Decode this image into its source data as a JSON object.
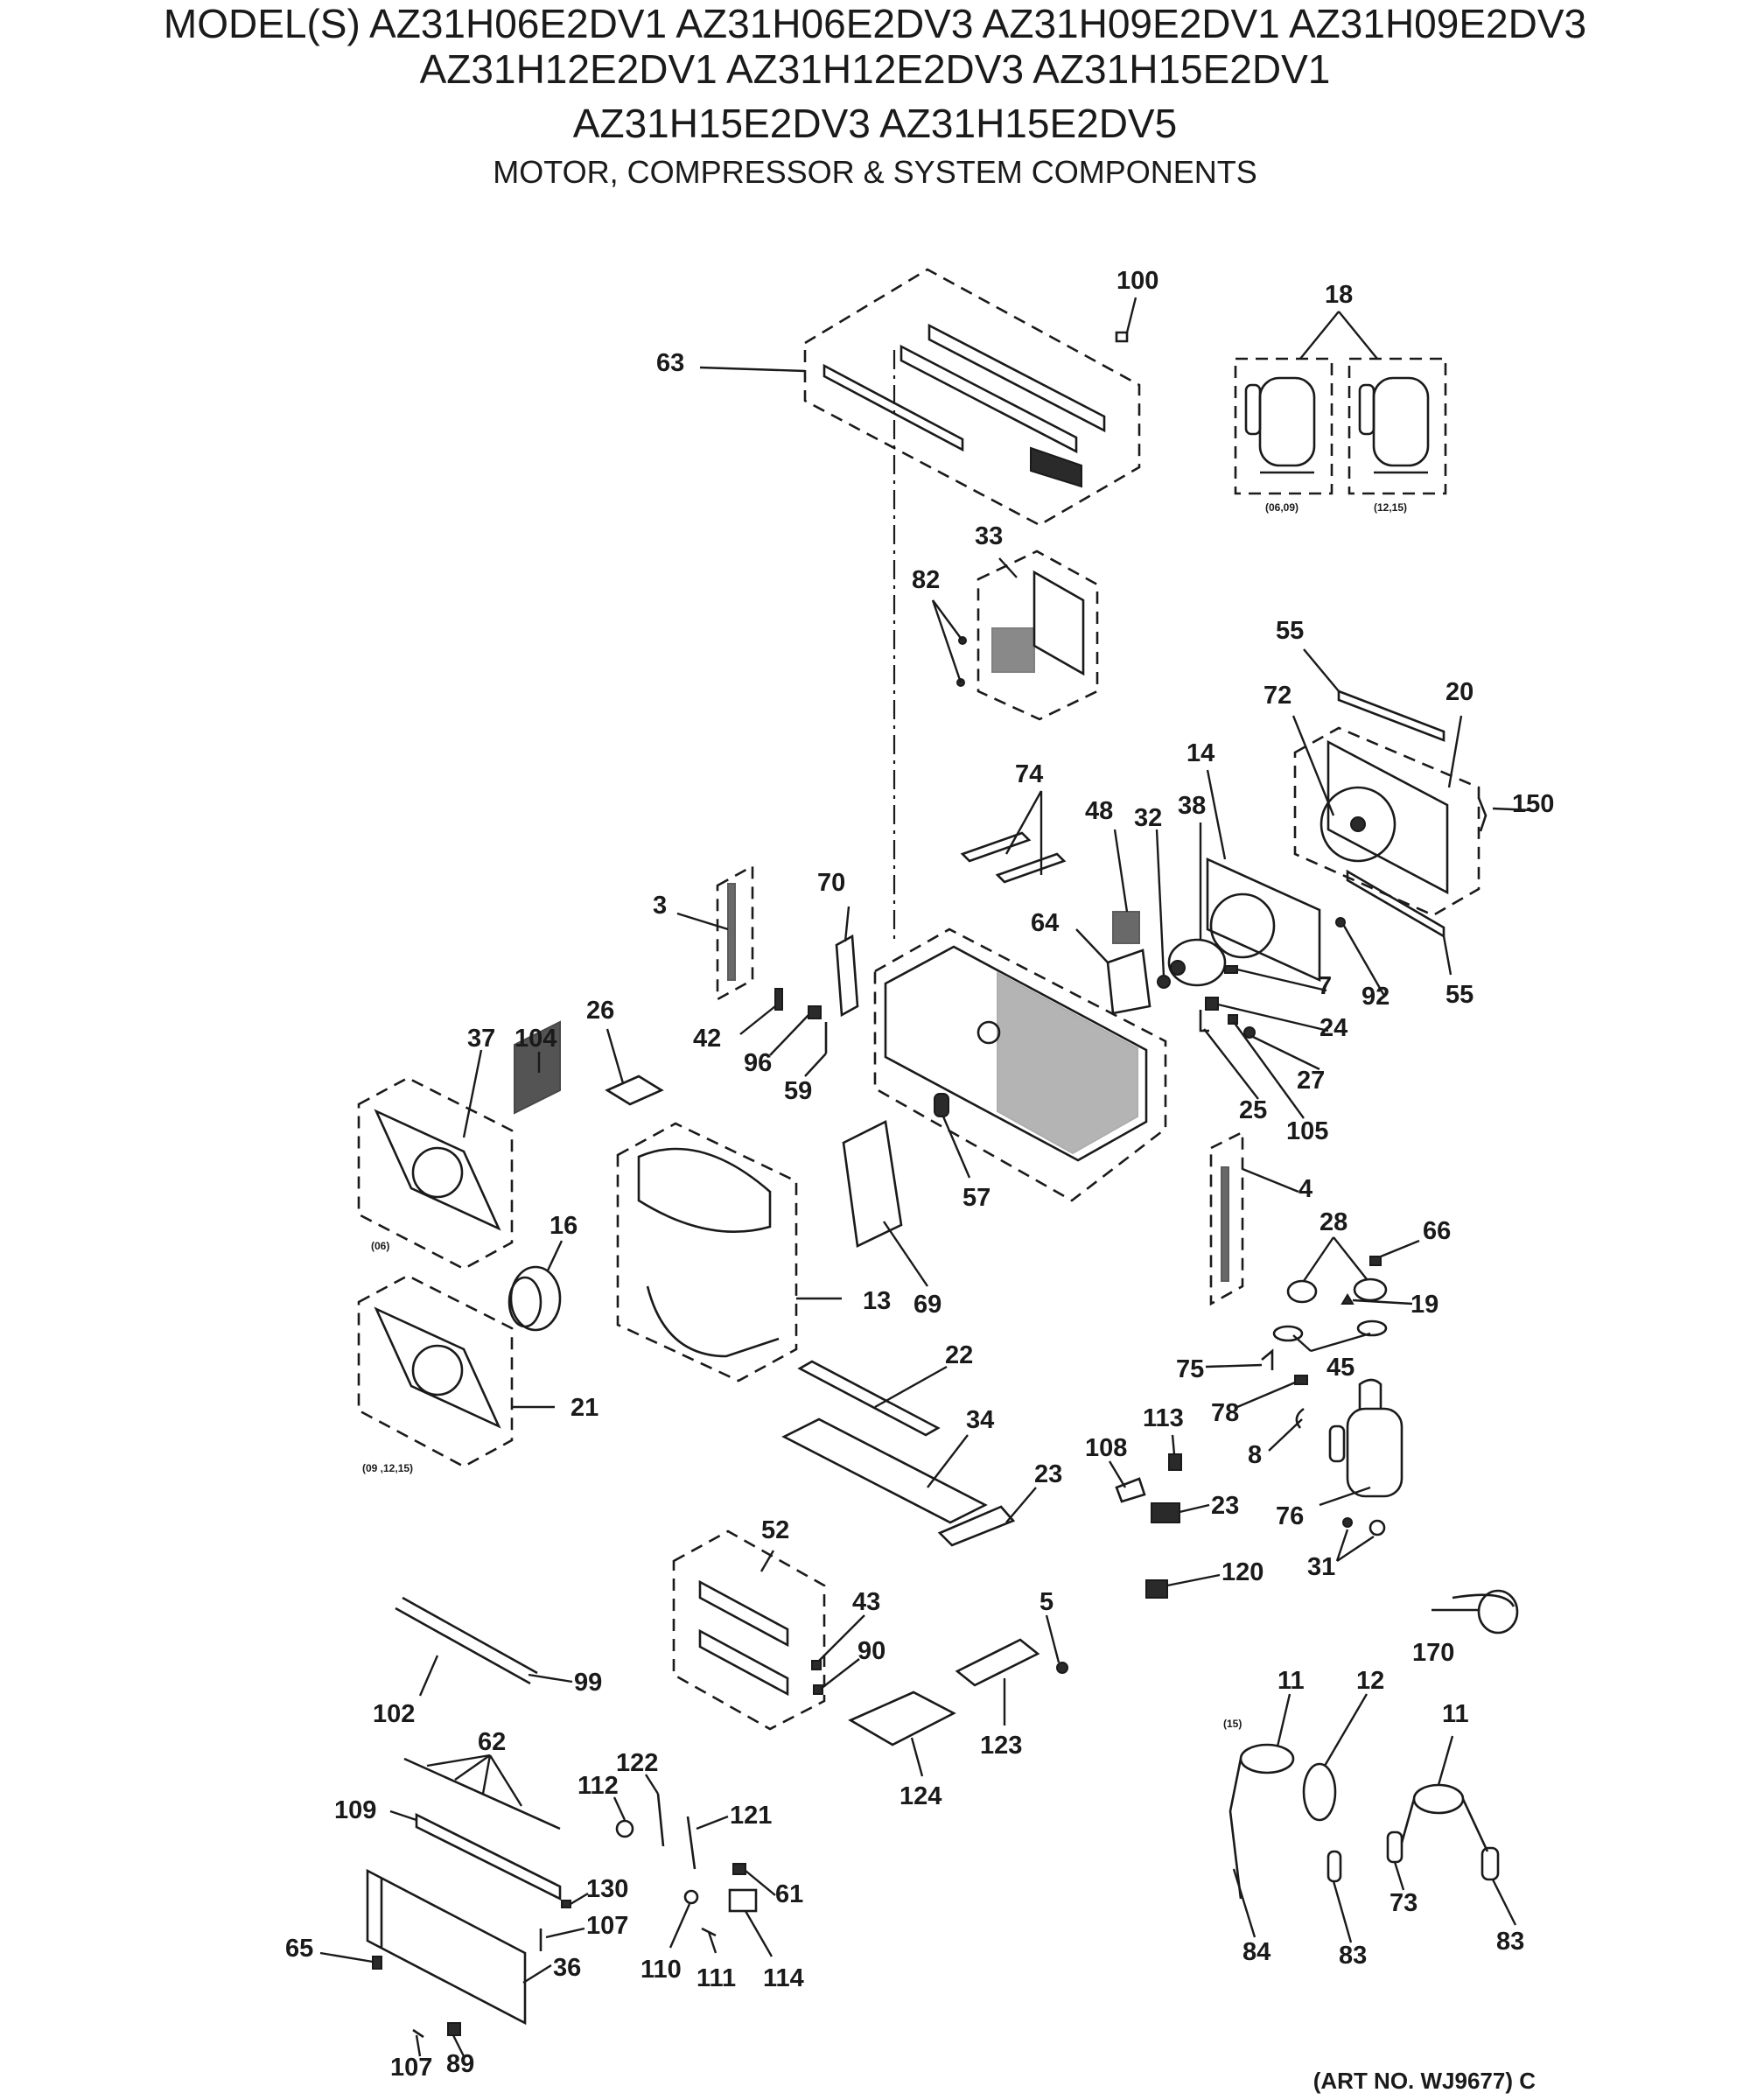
{
  "header": {
    "models_line1": "MODEL(S) AZ31H06E2DV1  AZ31H06E2DV3  AZ31H09E2DV1  AZ31H09E2DV3",
    "models_line2": "AZ31H12E2DV1  AZ31H12E2DV3  AZ31H15E2DV1",
    "models_line3": "AZ31H15E2DV3  AZ31H15E2DV5",
    "section_title": "MOTOR, COMPRESSOR & SYSTEM COMPONENTS"
  },
  "footer": {
    "art_number": "(ART NO. WJ9677) C"
  },
  "notes": {
    "comp_a": "(06,09)",
    "comp_b": "(12,15)",
    "housing_06": "(06)",
    "housing_09_15": "(09 ,12,15)",
    "tubing_15": "(15)"
  },
  "callouts": [
    "100",
    "18",
    "63",
    "33",
    "82",
    "55",
    "72",
    "20",
    "150",
    "74",
    "14",
    "48",
    "32",
    "38",
    "3",
    "70",
    "64",
    "7",
    "92",
    "55",
    "24",
    "104",
    "26",
    "42",
    "96",
    "59",
    "27",
    "25",
    "105",
    "37",
    "57",
    "4",
    "28",
    "66",
    "16",
    "13",
    "69",
    "19",
    "22",
    "75",
    "45",
    "21",
    "34",
    "113",
    "78",
    "8",
    "108",
    "23",
    "23",
    "76",
    "31",
    "120",
    "52",
    "5",
    "43",
    "90",
    "170",
    "11",
    "12",
    "11",
    "99",
    "102",
    "123",
    "62",
    "124",
    "122",
    "112",
    "109",
    "121",
    "130",
    "61",
    "107",
    "65",
    "36",
    "110",
    "111",
    "114",
    "84",
    "83",
    "73",
    "83",
    "107",
    "89"
  ]
}
